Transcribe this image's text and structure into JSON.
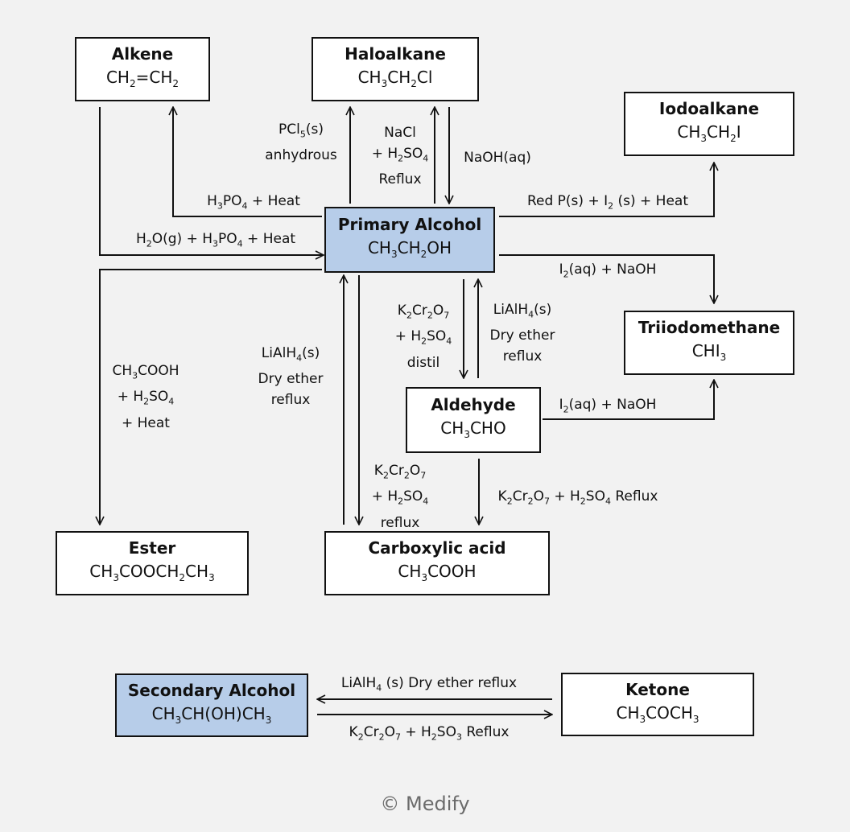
{
  "nodes": {
    "alkene": {
      "name": "Alkene",
      "formula": "CH_{2}=CH_{2}"
    },
    "haloalkane": {
      "name": "Haloalkane",
      "formula": "CH_{3}CH_{2}Cl"
    },
    "iodoalkane": {
      "name": "Iodoalkane",
      "formula": "CH_{3}CH_{2}I"
    },
    "primary_alcohol": {
      "name": "Primary Alcohol",
      "formula": "CH_{3}CH_{2}OH"
    },
    "triiodomethane": {
      "name": "Triiodomethane",
      "formula": "CHI_{3}"
    },
    "aldehyde": {
      "name": "Aldehyde",
      "formula": "CH_{3}CHO"
    },
    "ester": {
      "name": "Ester",
      "formula": "CH_{3}COOCH_{2}CH_{3}"
    },
    "carboxylic_acid": {
      "name": "Carboxylic acid",
      "formula": "CH_{3}COOH"
    },
    "secondary_alcohol": {
      "name": "Secondary Alcohol",
      "formula": "CH_{3}CH(OH)CH_{3}"
    },
    "ketone": {
      "name": "Ketone",
      "formula": "CH_{3}COCH_{3}"
    }
  },
  "labels": {
    "pcl5": [
      "PCl_{5}(s)",
      "anhydrous"
    ],
    "nacl": [
      "NaCl",
      "+ H_{2}SO_{4}",
      "Reflux"
    ],
    "naoh": [
      "NaOH(aq)"
    ],
    "h3po4_heat": [
      "H_{3}PO_{4} + Heat"
    ],
    "red_p": [
      "Red P(s) + I_{2} (s) + Heat"
    ],
    "h2o_g": [
      "H_{2}O(g) + H_{3}PO_{4} + Heat"
    ],
    "i2_naoh_alcohol": [
      "I_{2}(aq) + NaOH"
    ],
    "k2cr2o7_distil": [
      "K_{2}Cr_{2}O_{7}",
      "+ H_{2}SO_{4}",
      "distil"
    ],
    "lialh4_aldehyde": [
      "LiAlH_{4}(s)",
      "Dry ether",
      "reflux"
    ],
    "lialh4_acid": [
      "LiAlH_{4}(s)",
      "Dry ether",
      "reflux"
    ],
    "ch3cooh_ester": [
      "CH_{3}COOH",
      "+ H_{2}SO_{4}",
      "+ Heat"
    ],
    "i2_naoh_aldehyde": [
      "I_{2}(aq) + NaOH"
    ],
    "k2cr2o7_reflux_alcohol": [
      "K_{2}Cr_{2}O_{7}",
      "+ H_{2}SO_{4}",
      "reflux"
    ],
    "k2cr2o7_reflux_aldehyde": [
      "K_{2}Cr_{2}O_{7} + H_{2}SO_{4} Reflux"
    ],
    "lialh4_ketone": [
      "LiAlH_{4} (s) Dry ether reflux"
    ],
    "k2cr2o7_secondary": [
      "K_{2}Cr_{2}O_{7} + H_{2}SO_{3} Reflux"
    ]
  },
  "colors": {
    "highlight": "#b7cde9",
    "line": "#111111",
    "background": "#f2f2f2"
  },
  "copyright": "© Medify"
}
